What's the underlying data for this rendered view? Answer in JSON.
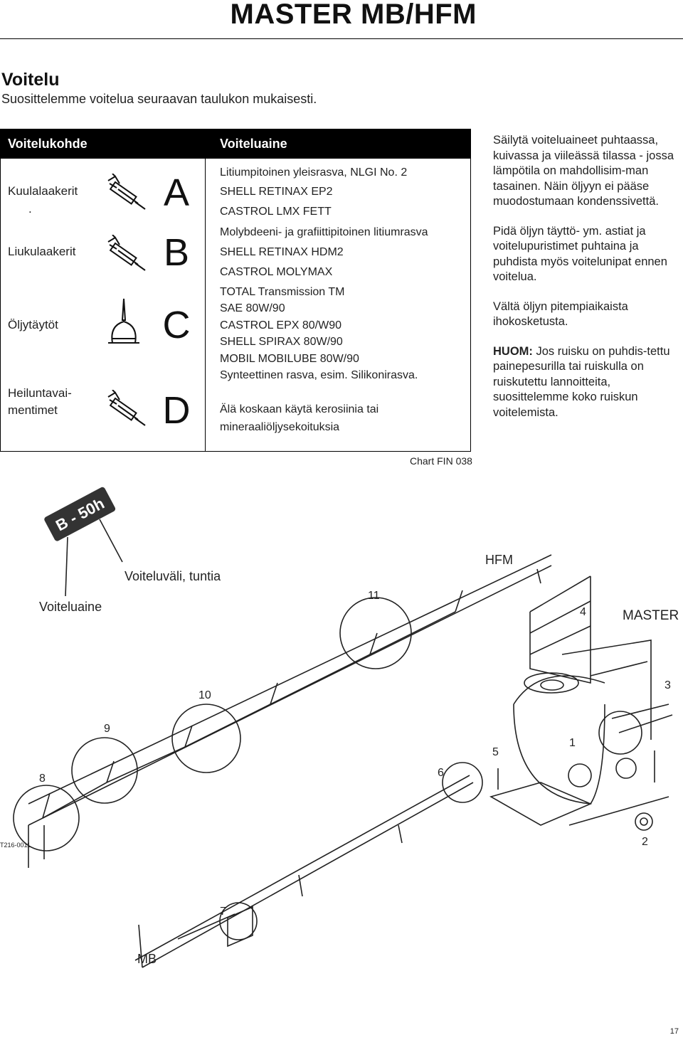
{
  "header": {
    "title": "MASTER MB/HFM"
  },
  "section": {
    "heading": "Voitelu",
    "intro": "Suosittelemme voitelua seuraavan taulukon mukaisesti."
  },
  "table": {
    "col_location": "Voitelukohde",
    "col_lubricant": "Voiteluaine",
    "rows": [
      {
        "location": "Kuulalaakerit",
        "location_extra": ".",
        "icon": "grease-gun-icon",
        "letter": "A",
        "lines": [
          "Litiumpitoinen yleisrasva, NLGI No. 2",
          "SHELL RETINAX EP2",
          "CASTROL LMX FETT"
        ]
      },
      {
        "location": "Liukulaakerit",
        "icon": "grease-gun-icon",
        "letter": "B",
        "lines": [
          "Molybdeeni- ja grafiittipitoinen litiumrasva",
          "SHELL RETINAX HDM2",
          "CASTROL MOLYMAX"
        ]
      },
      {
        "location": "Öljytäytöt",
        "icon": "oil-can-icon",
        "letter": "C",
        "lines": [
          "TOTAL Transmission TM",
          "SAE 80W/90",
          "CASTROL EPX 80/W90",
          "SHELL SPIRAX 80W/90",
          "MOBIL MOBILUBE 80W/90"
        ]
      },
      {
        "location_line1": "Heiluntavai-",
        "location_line2": "mentimet",
        "icon": "grease-gun-icon",
        "letter": "D",
        "lines": [
          "Synteettinen rasva, esim. Silikonirasva.",
          "",
          "Älä koskaan käytä kerosiinia tai",
          "mineraaliöljysekoituksia"
        ]
      }
    ],
    "chart_ref": "Chart FIN 038"
  },
  "side_notes": {
    "p1": "Säilytä voiteluaineet puhtaassa, kuivassa ja viileässä tilassa - jossa lämpötila on mahdollisim-man tasainen. Näin öljyyn ei pääse muodostumaan kondenssivettä.",
    "p2": "Pidä öljyn täyttö- ym. astiat ja voitelupuristimet puhtaina ja puhdista myös voitelunipat ennen voitelua.",
    "p3": "Vältä öljyn pitempiaikaista ihokosketusta.",
    "p4_bold": "HUOM:",
    "p4": " Jos ruisku on puhdis-tettu painepesurilla tai ruiskulla on ruiskutettu lannoitteita, suosittelemme koko ruiskun voitelemista."
  },
  "diagram": {
    "tag": "B - 50h",
    "label_lubricant": "Voiteluaine",
    "label_interval": "Voiteluväli, tuntia",
    "label_hfm": "HFM",
    "label_master": "MASTER",
    "label_mb": "MB",
    "code": "T216-0011",
    "points": [
      "1",
      "2",
      "3",
      "4",
      "5",
      "6",
      "7",
      "8",
      "9",
      "10",
      "11"
    ]
  },
  "footer": {
    "page": "17"
  }
}
